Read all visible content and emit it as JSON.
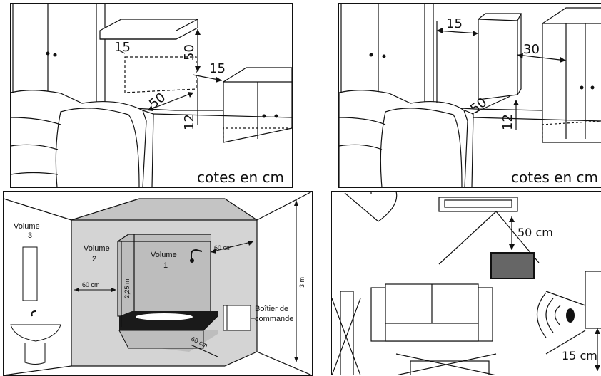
{
  "panels": {
    "top_left": {
      "caption": "cotes en cm",
      "dims": {
        "d15a": "15",
        "d50a": "50",
        "d15b": "15",
        "d50b": "50",
        "d12": "12"
      }
    },
    "top_right": {
      "caption": "cotes en cm",
      "dims": {
        "d15": "15",
        "d30": "30",
        "d50": "50",
        "d12": "12"
      }
    },
    "bottom_left": {
      "labels": {
        "volume3_line1": "Volume",
        "volume3_line2": "3",
        "volume2_line1": "Volume",
        "volume2_line2": "2",
        "volume1_line1": "Volume",
        "volume1_line2": "1",
        "boitier_line1": "Boîtier de",
        "boitier_line2": "commande"
      },
      "dims": {
        "d60_left": "60 cm",
        "d60_right": "60 cm",
        "d60_floor": "60 cm",
        "d225": "2,25 m",
        "d3m": "3 m"
      }
    },
    "bottom_right": {
      "dims": {
        "d50cm": "50 cm",
        "d15cm": "15 cm"
      }
    }
  },
  "colors": {
    "line": "#111111",
    "zone": "#cfcfcf",
    "zone_dark": "#bdbdbd",
    "fill_dark": "#555555"
  }
}
